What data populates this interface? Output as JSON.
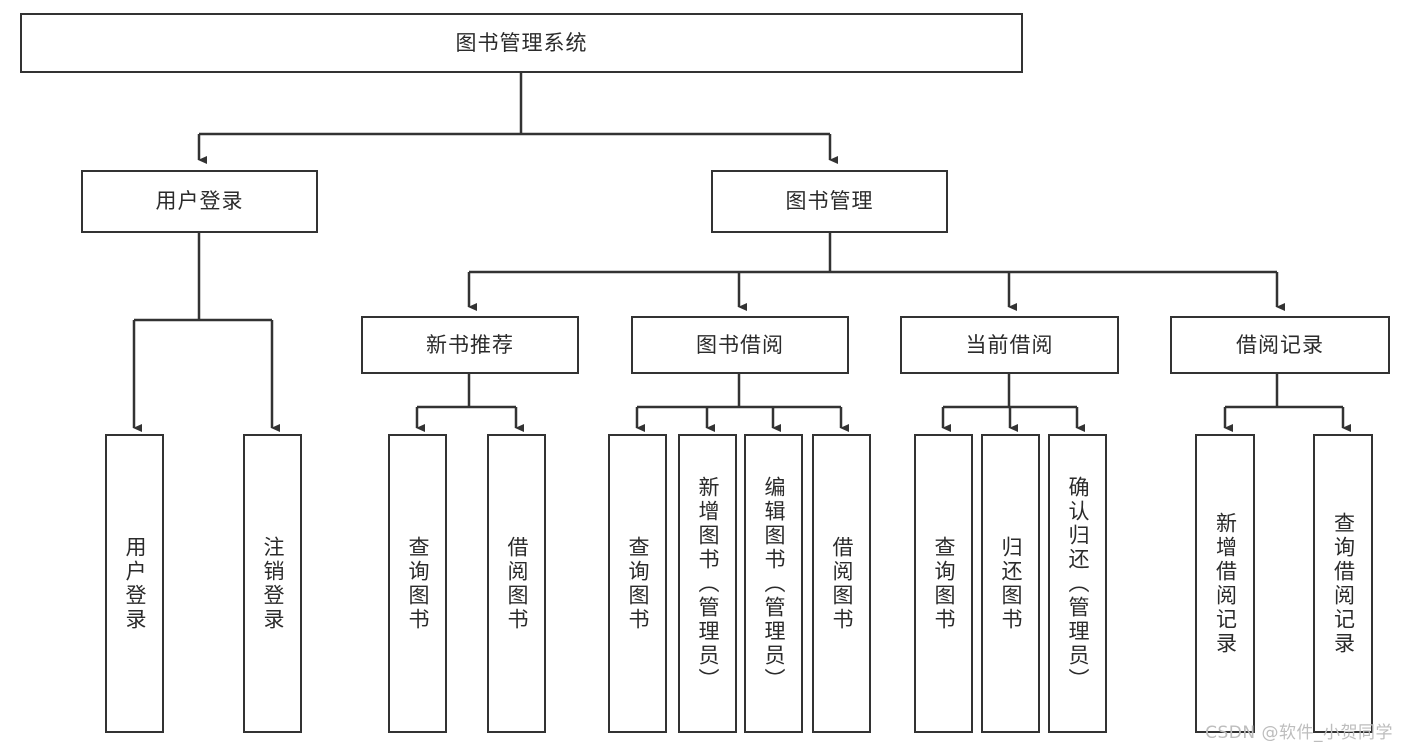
{
  "diagram": {
    "title": "图书管理系统",
    "type": "hierarchy-tree",
    "watermark": "CSDN @软件_小贺同学",
    "colors": {
      "background": "#ffffff",
      "box_border": "#333333",
      "box_fill": "#ffffff",
      "text": "#2b2b2b",
      "connector": "#333333",
      "watermark": "#bdbdbd"
    },
    "levels": [
      {
        "level": 0,
        "nodes": [
          {
            "id": "root",
            "label": "图书管理系统"
          }
        ]
      },
      {
        "level": 1,
        "nodes": [
          {
            "id": "user-login",
            "label": "用户登录",
            "parent": "root"
          },
          {
            "id": "book-manage",
            "label": "图书管理",
            "parent": "root"
          }
        ]
      },
      {
        "level": 2,
        "nodes": [
          {
            "id": "new-book-rec",
            "label": "新书推荐",
            "parent": "book-manage"
          },
          {
            "id": "book-borrow",
            "label": "图书借阅",
            "parent": "book-manage"
          },
          {
            "id": "current-borrow",
            "label": "当前借阅",
            "parent": "book-manage"
          },
          {
            "id": "borrow-record",
            "label": "借阅记录",
            "parent": "book-manage"
          }
        ]
      },
      {
        "level": 3,
        "nodes": [
          {
            "id": "leaf-user-login",
            "label": "用户登录",
            "parent": "user-login"
          },
          {
            "id": "leaf-user-logout",
            "label": "注销登录",
            "parent": "user-login"
          },
          {
            "id": "leaf-query-book-1",
            "label": "查询图书",
            "parent": "new-book-rec"
          },
          {
            "id": "leaf-borrow-book-1",
            "label": "借阅图书",
            "parent": "new-book-rec"
          },
          {
            "id": "leaf-query-book-2",
            "label": "查询图书",
            "parent": "book-borrow"
          },
          {
            "id": "leaf-add-book",
            "label": "新增图书（管理员）",
            "parent": "book-borrow"
          },
          {
            "id": "leaf-edit-book",
            "label": "编辑图书（管理员）",
            "parent": "book-borrow"
          },
          {
            "id": "leaf-borrow-book-2",
            "label": "借阅图书",
            "parent": "book-borrow"
          },
          {
            "id": "leaf-query-book-3",
            "label": "查询图书",
            "parent": "current-borrow"
          },
          {
            "id": "leaf-return-book",
            "label": "归还图书",
            "parent": "current-borrow"
          },
          {
            "id": "leaf-confirm-return",
            "label": "确认归还（管理员）",
            "parent": "current-borrow"
          },
          {
            "id": "leaf-add-record",
            "label": "新增借阅记录",
            "parent": "borrow-record"
          },
          {
            "id": "leaf-query-record",
            "label": "查询借阅记录",
            "parent": "borrow-record"
          }
        ]
      }
    ]
  }
}
